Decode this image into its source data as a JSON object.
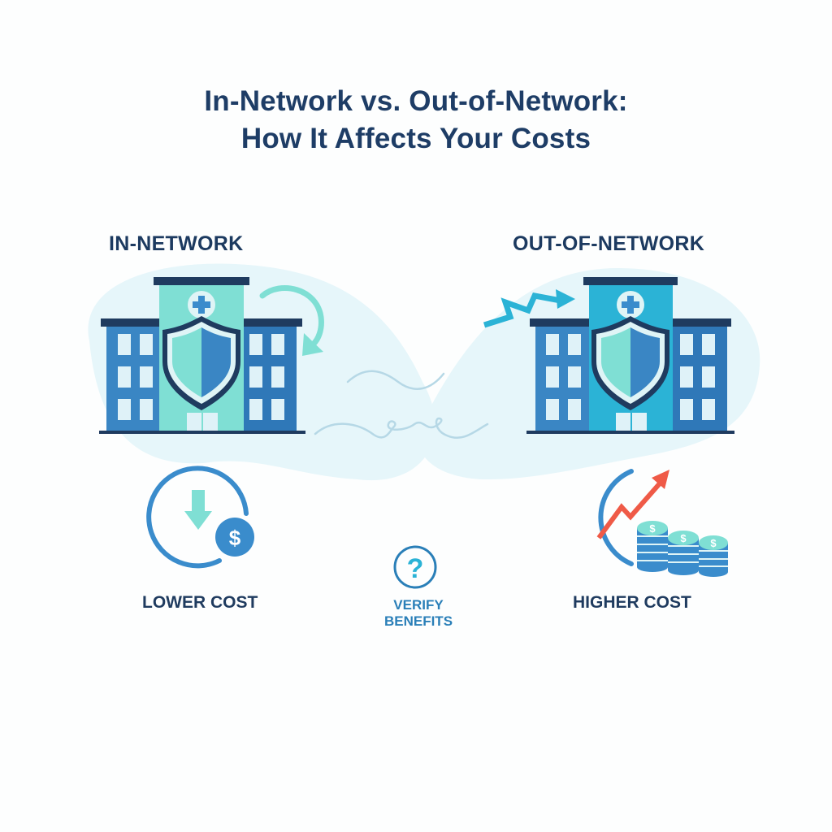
{
  "title": {
    "line1": "In-Network vs. Out-of-Network:",
    "line2": "How It Affects Your Costs"
  },
  "in_network": {
    "label": "IN-NETWORK",
    "icon": "hospital-shield-icon",
    "cost_label": "LOWER COST",
    "cost_icon": "cost-down-dollar-icon"
  },
  "out_of_network": {
    "label": "OUT-OF-NETWORK",
    "icon": "hospital-shield-icon",
    "cost_label": "HIGHER COST",
    "cost_icon": "cost-up-coins-icon"
  },
  "center": {
    "label_line1": "VERIFY",
    "label_line2": "BENEFITS",
    "icon": "question-circle-icon"
  },
  "colors": {
    "title": "#1e3d66",
    "building_blue": "#3a86c4",
    "building_dark": "#1f3b5f",
    "teal": "#7fdfd4",
    "cyan": "#2bb3d6",
    "red_arrow": "#ef5a47",
    "blob": "#e8f7fb"
  }
}
